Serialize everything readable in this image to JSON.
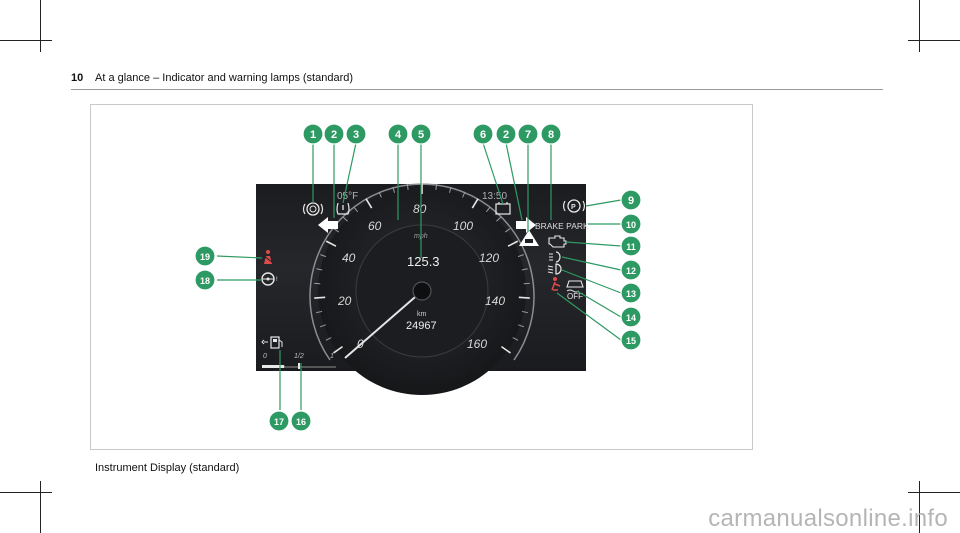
{
  "header": {
    "page_number": "10",
    "title": "At a glance – Indicator and warning lamps (standard)"
  },
  "figure": {
    "caption": "Instrument Display (standard)",
    "display": {
      "temperature": "05°F",
      "time": "13:50",
      "speed_unit": "mph",
      "digital_speed": "125.3",
      "odometer_unit": "km",
      "odometer_value": "24967",
      "brake_label": "BRAKE PARK",
      "off_label": "OFF",
      "speed_ticks": [
        "0",
        "20",
        "40",
        "60",
        "80",
        "100",
        "120",
        "140",
        "160"
      ],
      "fuel_scale": [
        "0",
        "1/2",
        "1"
      ],
      "fuel_level": 0.3
    },
    "callouts": [
      "1",
      "2",
      "3",
      "4",
      "5",
      "6",
      "2",
      "7",
      "8",
      "9",
      "10",
      "11",
      "12",
      "13",
      "14",
      "15",
      "16",
      "17",
      "18",
      "19"
    ]
  },
  "watermark": "carmanualsonline.info",
  "colors": {
    "callout_fill": "#2e9a63",
    "display_bg": "#1e1f22",
    "red_icon": "#d43434"
  }
}
